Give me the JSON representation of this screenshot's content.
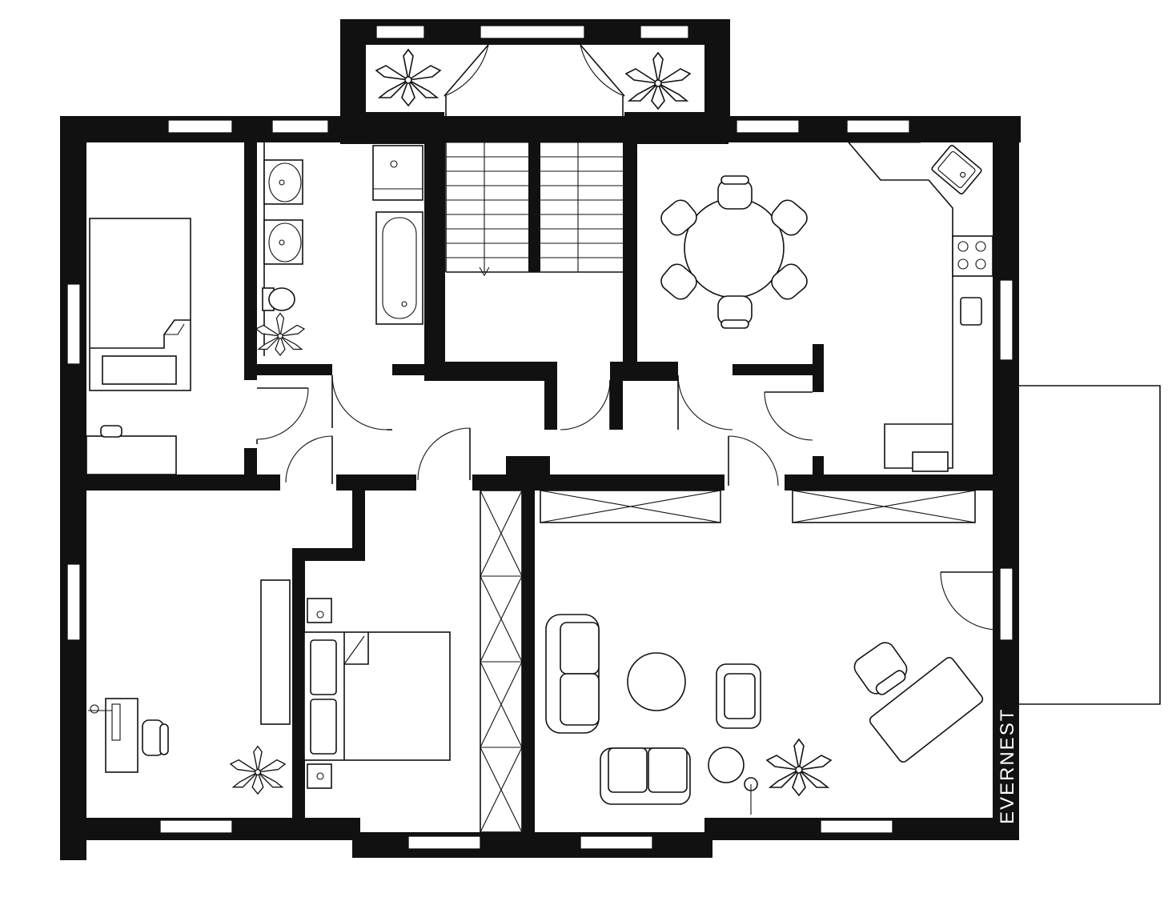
{
  "plan": {
    "brand": "EVERNEST",
    "colors": {
      "wall": "#111111",
      "background": "#ffffff"
    },
    "rooms": [
      {
        "id": "bedroom-single",
        "furniture": [
          "single-bed",
          "sideboard"
        ]
      },
      {
        "id": "bathroom",
        "furniture": [
          "sink",
          "sink",
          "toilet",
          "shower",
          "bathtub",
          "plant-icon"
        ]
      },
      {
        "id": "stairwell",
        "furniture": [
          "staircase",
          "staircase",
          "plant-icon",
          "plant-icon"
        ]
      },
      {
        "id": "kitchen-dining",
        "furniture": [
          "round-table",
          "chair",
          "chair",
          "chair",
          "chair",
          "chair",
          "chair",
          "kitchen-sink",
          "cooktop",
          "fridge"
        ]
      },
      {
        "id": "hallway",
        "furniture": []
      },
      {
        "id": "study",
        "furniture": [
          "desk",
          "office-chair",
          "bookshelf",
          "plant-icon"
        ]
      },
      {
        "id": "bedroom-double",
        "furniture": [
          "double-bed",
          "nightstand",
          "nightstand",
          "wardrobe"
        ]
      },
      {
        "id": "living-room",
        "furniture": [
          "sofa",
          "sofa",
          "armchair",
          "coffee-table",
          "side-table",
          "floor-lamp",
          "lounge-chair",
          "rug",
          "plant-icon"
        ]
      }
    ],
    "balcony": {
      "id": "balcony"
    }
  }
}
